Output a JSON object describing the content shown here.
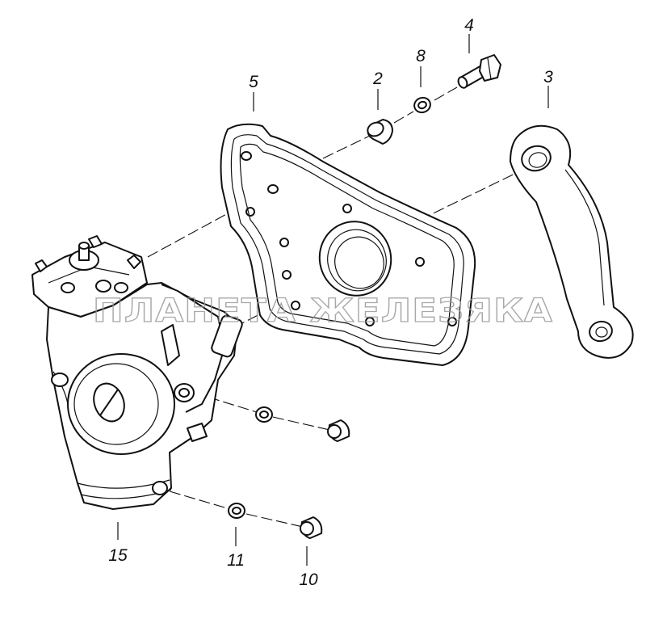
{
  "callouts": {
    "c2": "2",
    "c3": "3",
    "c4": "4",
    "c5": "5",
    "c8": "8",
    "c10": "10",
    "c11": "11",
    "c15": "15"
  },
  "watermark": "ПЛАНЕТА ЖЕЛЕЗЯКА",
  "colors": {
    "ink": "#111111",
    "paper": "#ffffff",
    "watermark": "#9a9a9a"
  }
}
